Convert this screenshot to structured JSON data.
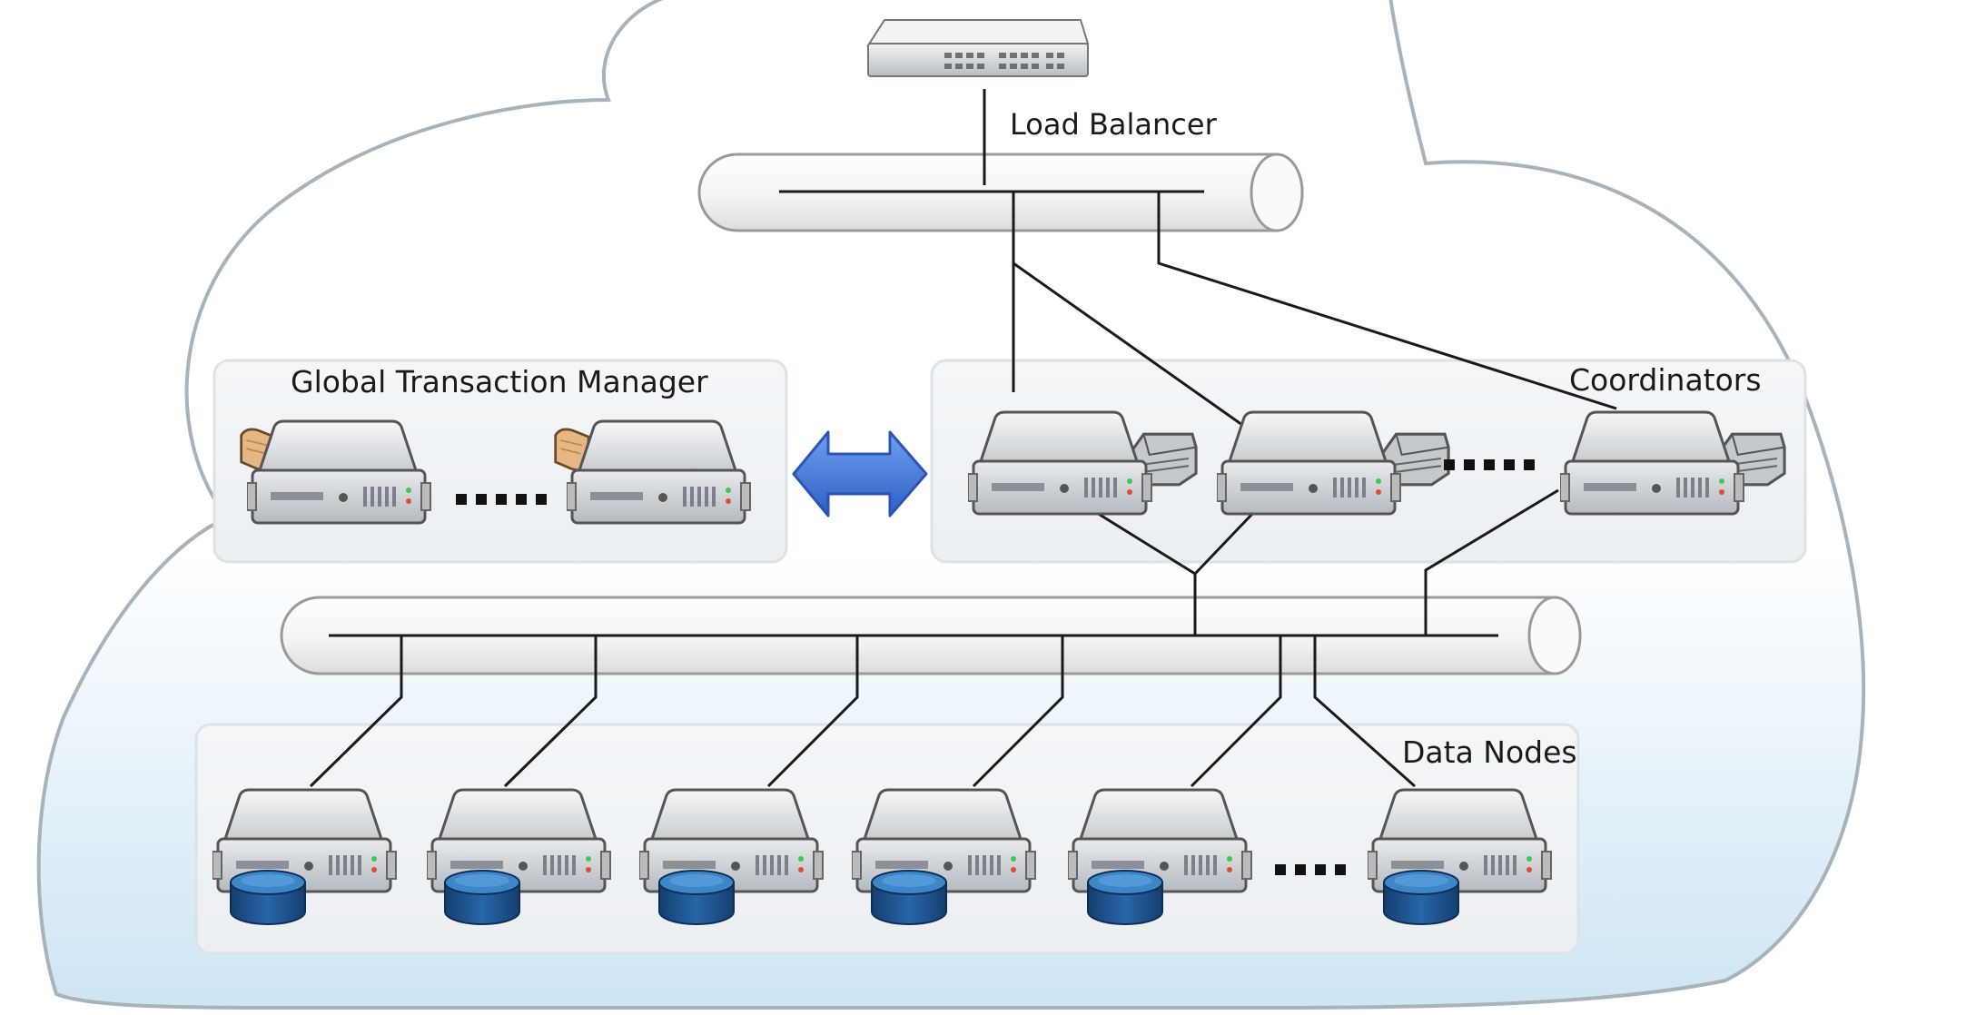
{
  "labels": {
    "load_balancer": "Load Balancer",
    "global_transaction_manager": "Global Transaction Manager",
    "coordinators": "Coordinators",
    "data_nodes": "Data Nodes"
  },
  "colors": {
    "cloud_top": "#ffffff",
    "cloud_bottom": "#cfe6f5",
    "cloud_stroke": "#a9b4bd",
    "panel_fill": "#f1f4f7",
    "panel_stroke": "#dfe4e8",
    "bus_fill": "#f5f5f5",
    "bus_stroke": "#9a9a9a",
    "wire": "#1a1a1a",
    "server_body": "#d9dcdf",
    "database": "#1e5a9a",
    "arrow": "#3a6fd0",
    "badge": "#e4b37c"
  },
  "icons": {
    "switch": "network-switch-icon",
    "server": "server-icon",
    "arrow": "bidirectional-arrow-icon",
    "database": "database-icon",
    "certificate": "certificate-badge-icon",
    "disk": "hard-disk-icon",
    "ellipsis": "ellipsis-dots"
  }
}
